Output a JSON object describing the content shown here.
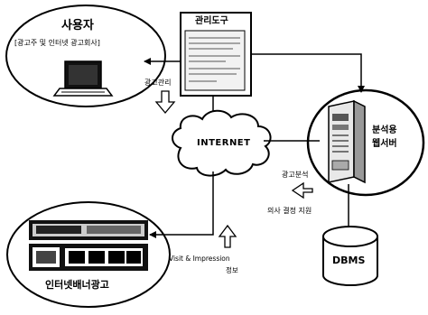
{
  "user_box": {
    "title": "사용자",
    "subtitle": "[광고주 및 인터넷 광고회사]"
  },
  "admin_tool": {
    "title": "관리도구"
  },
  "internet": {
    "label": "INTERNET"
  },
  "server": {
    "label_line1": "분석용",
    "label_line2": "웹서버"
  },
  "database": {
    "label": "DBMS"
  },
  "banner_box": {
    "title": "인터넷배너광고"
  },
  "flows": {
    "ad_management": "광고관리",
    "ad_analysis": "광고분석",
    "decision_support": "의사 결정 지원",
    "visit_impression_line1": "Visit & Impression",
    "visit_impression_line2": "정보"
  }
}
